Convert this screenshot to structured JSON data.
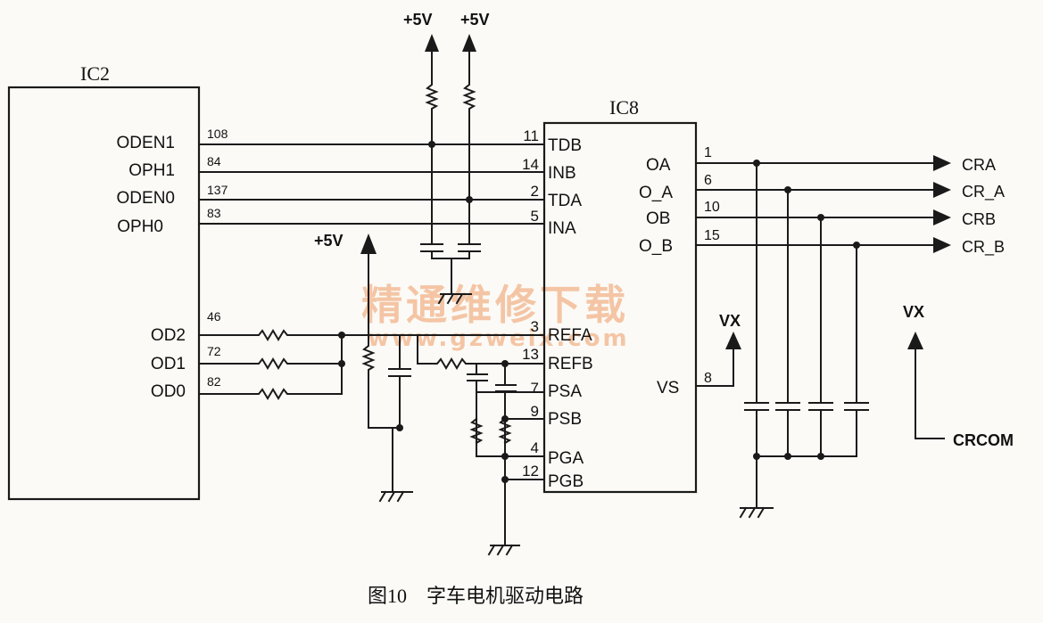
{
  "ic2": {
    "name": "IC2",
    "pins": [
      "ODEN1",
      "OPH1",
      "ODEN0",
      "OPH0",
      "OD2",
      "OD1",
      "OD0"
    ],
    "pin_numbers": [
      "108",
      "84",
      "137",
      "83",
      "46",
      "72",
      "82"
    ]
  },
  "ic8": {
    "name": "IC8",
    "left_pins": [
      "TDB",
      "INB",
      "TDA",
      "INA",
      "REFA",
      "REFB",
      "PSA",
      "PSB",
      "PGA",
      "PGB"
    ],
    "left_numbers": [
      "11",
      "14",
      "2",
      "5",
      "3",
      "13",
      "7",
      "9",
      "4",
      "12"
    ],
    "right_pins": [
      "OA",
      "O_A",
      "OB",
      "O_B",
      "VS"
    ],
    "right_numbers": [
      "1",
      "6",
      "10",
      "15",
      "8"
    ]
  },
  "outputs": [
    "CRA",
    "CR_A",
    "CRB",
    "CR_B"
  ],
  "supply": {
    "plus5v": "+5V",
    "vx": "VX",
    "crcom": "CRCOM"
  },
  "watermark": {
    "cn": "精通维修下载",
    "url": "www.gzweix.com"
  },
  "caption": "图10　字车电机驱动电路"
}
